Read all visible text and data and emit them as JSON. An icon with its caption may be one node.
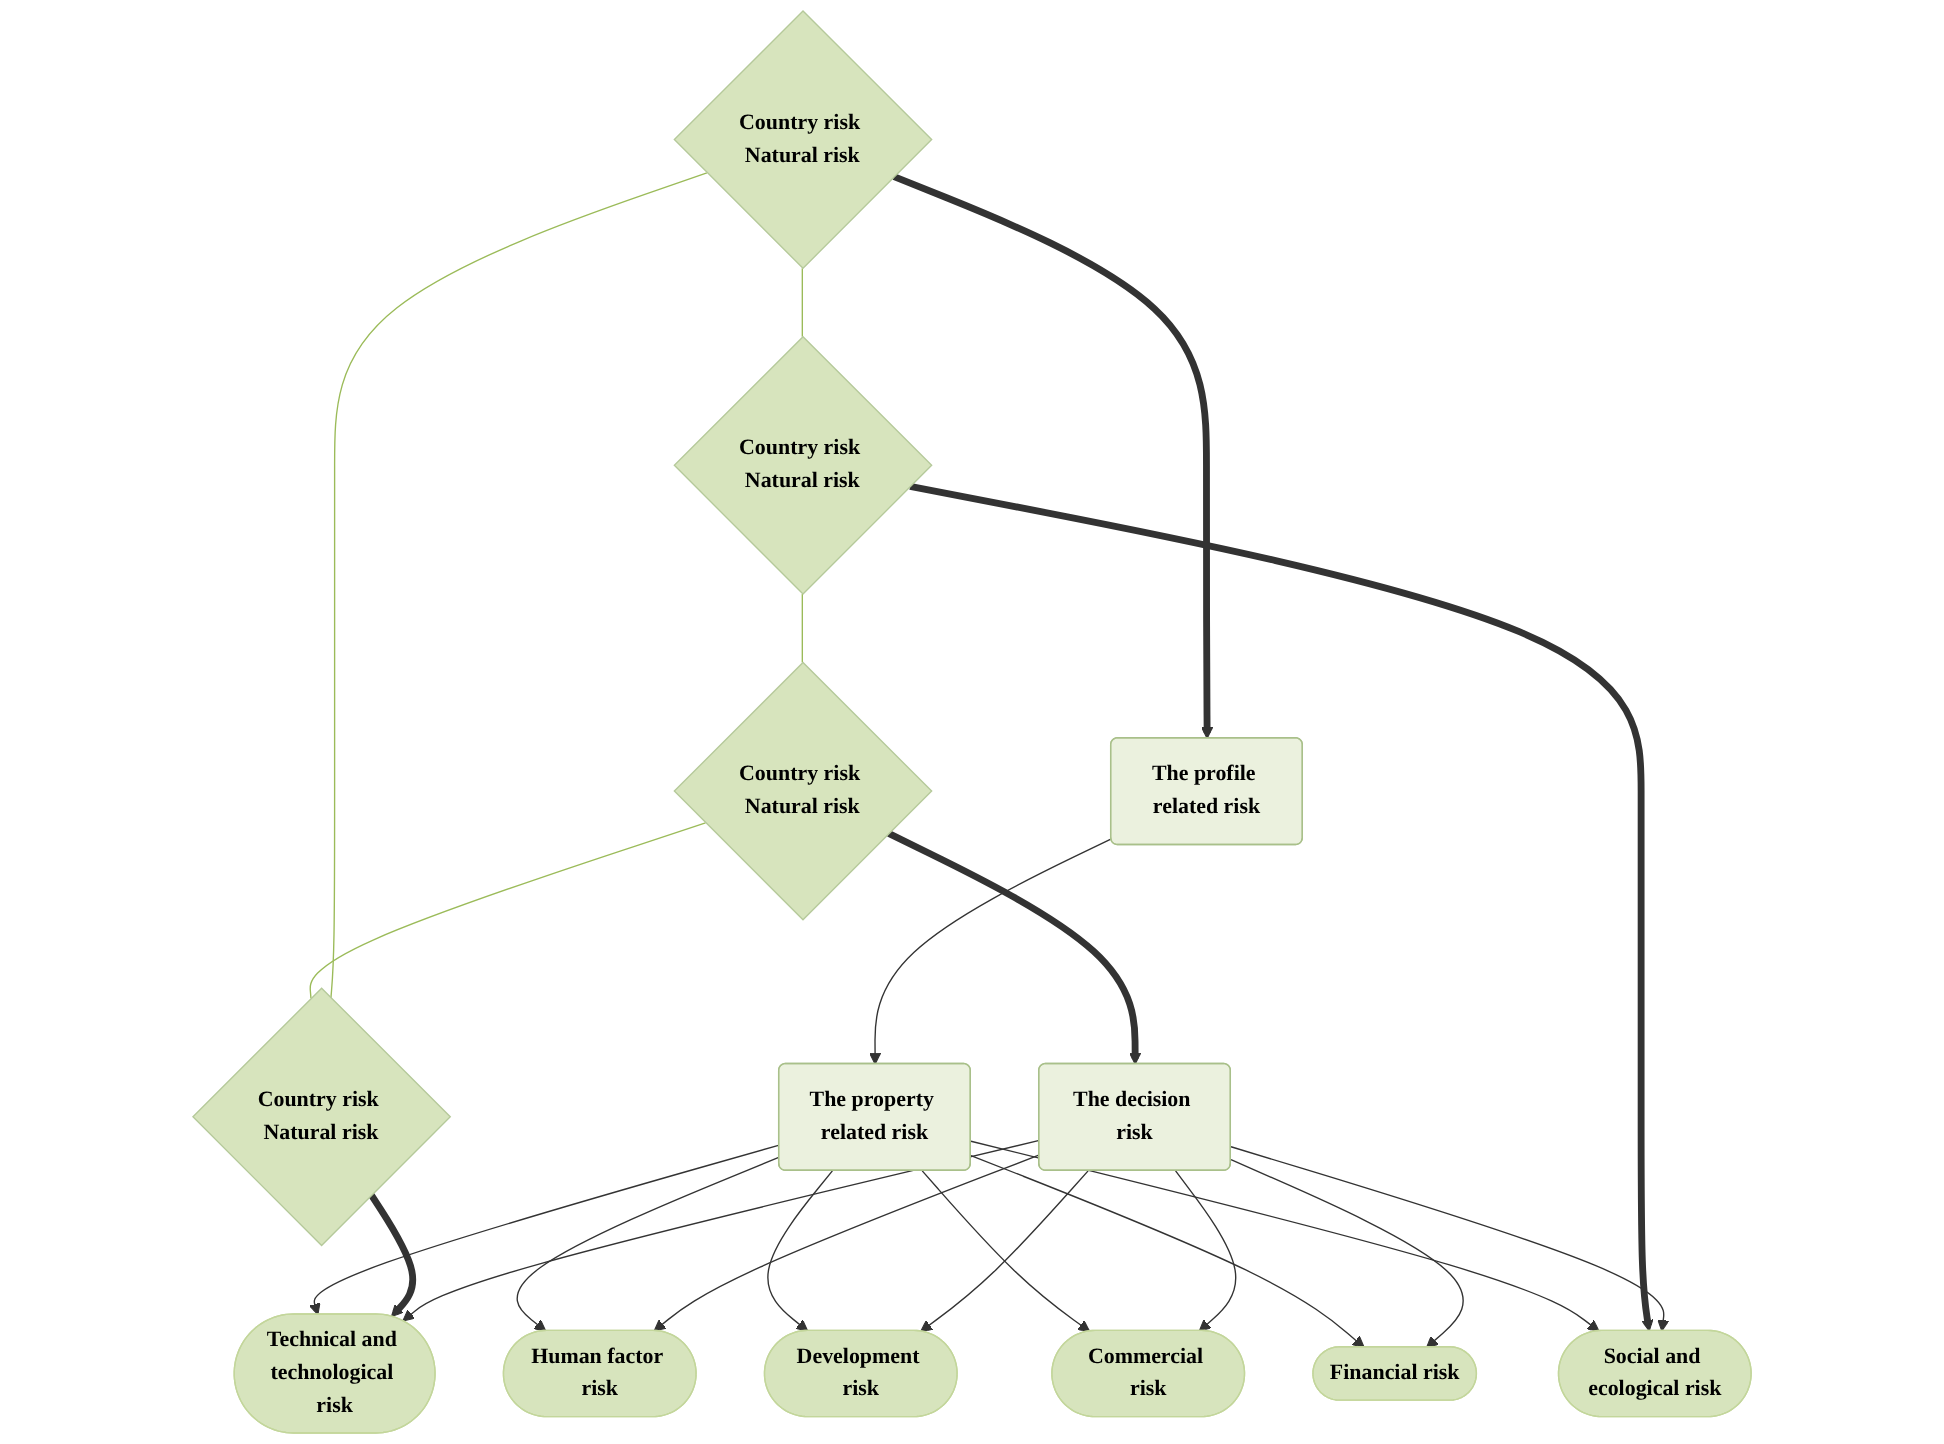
{
  "diagram": {
    "nodes": [
      {
        "text": [
          "Country risk Natural risk"
        ]
      },
      {
        "text": [
          "The profile related risk"
        ]
      },
      {
        "text": [
          "The property related risk"
        ]
      },
      {
        "text": [
          "Country risk Natural risk"
        ]
      },
      {
        "text": [
          "Technical and technological risk"
        ]
      },
      {
        "text": [
          "Human factor risk"
        ]
      },
      {
        "text": [
          "Development risk"
        ]
      },
      {
        "text": [
          "Commercial risk"
        ]
      },
      {
        "text": [
          "Financial risk"
        ]
      },
      {
        "text": [
          "Social and ecological risk"
        ]
      },
      {
        "text": [
          "Country risk Natural risk"
        ]
      },
      {
        "text": [
          "The decision risk"
        ]
      },
      {
        "text": [
          "Country risk Natural risk"
        ]
      }
    ],
    "edges": [
      {
        "from": 0,
        "to": 1,
        "arrow": "to",
        "style": "thick"
      },
      {
        "from": 1,
        "to": 2,
        "arrow": "to"
      },
      {
        "from": 2,
        "to": 4,
        "arrow": "to"
      },
      {
        "from": 2,
        "to": 5,
        "arrow": "to"
      },
      {
        "from": 2,
        "to": 6,
        "arrow": "to"
      },
      {
        "from": 2,
        "to": 7,
        "arrow": "to"
      },
      {
        "from": 2,
        "to": 8,
        "arrow": "to"
      },
      {
        "from": 2,
        "to": 9,
        "arrow": "to"
      },
      {
        "from": 3,
        "to": 4,
        "arrow": "to",
        "style": "thick"
      },
      {
        "from": 10,
        "to": 9,
        "arrow": "to",
        "style": "thick"
      },
      {
        "from": 11,
        "to": 4,
        "arrow": "to"
      },
      {
        "from": 11,
        "to": 5,
        "arrow": "to"
      },
      {
        "from": 11,
        "to": 6,
        "arrow": "to"
      },
      {
        "from": 11,
        "to": 7,
        "arrow": "to"
      },
      {
        "from": 11,
        "to": 8,
        "arrow": "to"
      },
      {
        "from": 11,
        "to": 9,
        "arrow": "to"
      },
      {
        "from": 12,
        "to": 11,
        "arrow": "to",
        "style": "thick"
      },
      {
        "from": 0,
        "to": 10,
        "arrow": "none",
        "color": "#9bbb59"
      },
      {
        "from": 10,
        "to": 12,
        "arrow": "none",
        "color": "#9bbb59"
      },
      {
        "from": 12,
        "to": 3,
        "arrow": "none",
        "color": "#9bbb59"
      },
      {
        "from": 3,
        "to": 0,
        "arrow": "none",
        "color": "#9bbb59"
      }
    ]
  }
}
